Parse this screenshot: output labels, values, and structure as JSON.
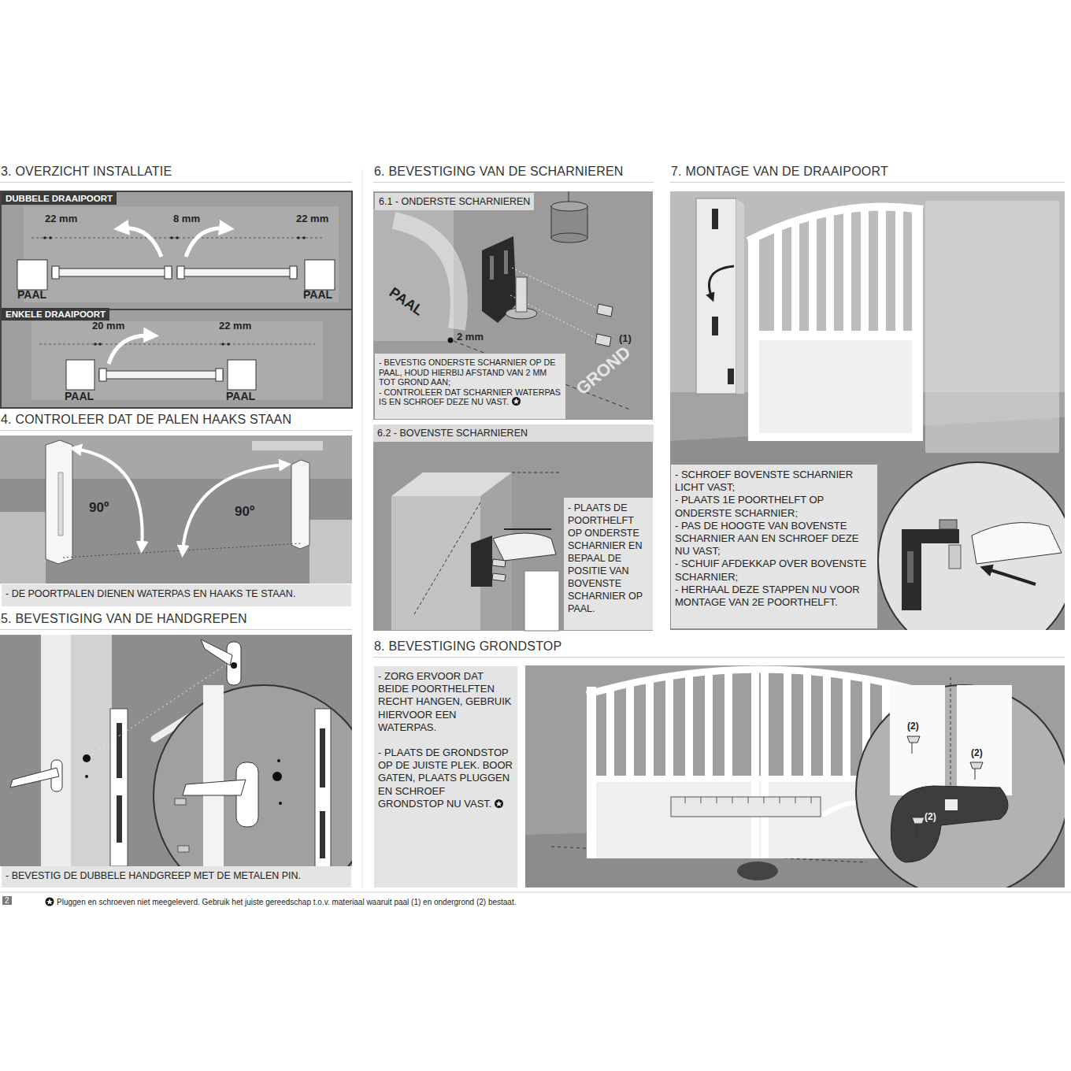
{
  "diagram": {
    "nodes": [
      {
        "text": [
          "3. OVERZICHT INSTALLATIE"
        ]
      },
      {
        "text": [
          "DUBBELE DRAAIPOORT"
        ],
        "in": 0
      },
      {
        "text": [
          "ENKELE DRAAIPOORT"
        ],
        "in": 0
      },
      {
        "text": [
          "4. CONTROLEER DAT DE PALEN HAAKS STAAN"
        ]
      },
      {
        "text": [
          "- DE POORTPALEN DIENEN WATERPAS EN HAAKS TE STAAN."
        ],
        "in": 3
      },
      {
        "text": [
          "5. BEVESTIGING VAN DE HANDGREPEN"
        ]
      },
      {
        "text": [
          "- BEVESTIG DE DUBBELE HANDGREEP MET DE METALEN PIN."
        ],
        "in": 5
      },
      {
        "text": [
          "6. BEVESTIGING VAN DE SCHARNIEREN"
        ]
      },
      {
        "text": [
          "6.1 - ONDERSTE SCHARNIEREN"
        ],
        "in": 7
      },
      {
        "text": [
          "- BEVESTIG ONDERSTE SCHARNIER OP DE PAAL, HOUD HIERBIJ AFSTAND VAN 2 MM TOT GROND AAN;",
          "- CONTROLEER DAT SCHARNIER WATERPAS IS EN SCHROEF DEZE NU VAST."
        ],
        "in": 8
      },
      {
        "text": [
          "6.2 - BOVENSTE SCHARNIEREN"
        ],
        "in": 7
      },
      {
        "text": [
          "- PLAATS DE POORTHELFT OP ONDERSTE SCHARNIER EN BEPAAL DE POSITIE VAN BOVENSTE SCHARNIER OP PAAL."
        ],
        "in": 10
      },
      {
        "text": [
          "7. MONTAGE VAN DE DRAAIPOORT"
        ]
      },
      {
        "text": [
          "- SCHROEF BOVENSTE SCHARNIER LICHT VAST;",
          "- PLAATS 1E POORTHELFT OP ONDERSTE SCHARNIER;",
          "- PAS DE HOOGTE VAN BOVENSTE SCHARNIER AAN EN SCHROEF DEZE NU VAST;",
          "- SCHUIF AFDEKKAP OVER BOVENSTE SCHARNIER;",
          "- HERHAAL DEZE STAPPEN NU VOOR MONTAGE VAN 2E POORTHELFT."
        ],
        "in": 12
      },
      {
        "text": [
          "8. BEVESTIGING GRONDSTOP"
        ]
      },
      {
        "text": [
          "- ZORG ERVOOR DAT BEIDE POORTHELFTEN RECHT HANGEN, GEBRUIK HIERVOOR EEN WATERPAS.",
          "- PLAATS DE GRONDSTOP OP DE JUISTE PLEK. BOOR GATEN, PLAATS PLUGGEN EN SCHROEF GRONDSTOP NU VAST."
        ],
        "in": 14
      }
    ],
    "labels": [
      "22 mm",
      "8 mm",
      "22 mm",
      "PAAL",
      "PAAL",
      "20 mm",
      "22 mm",
      "PAAL",
      "PAAL",
      "90º",
      "90º",
      "PAAL",
      "2 mm",
      "(1)",
      "GROND",
      "(2)",
      "(2)",
      "(2)",
      "2",
      "Pluggen en schroeven niet meegeleverd. Gebruik het juiste gereedschap t.o.v. materiaal waaruit paal (1) en ondergrond (2) bestaat."
    ]
  }
}
